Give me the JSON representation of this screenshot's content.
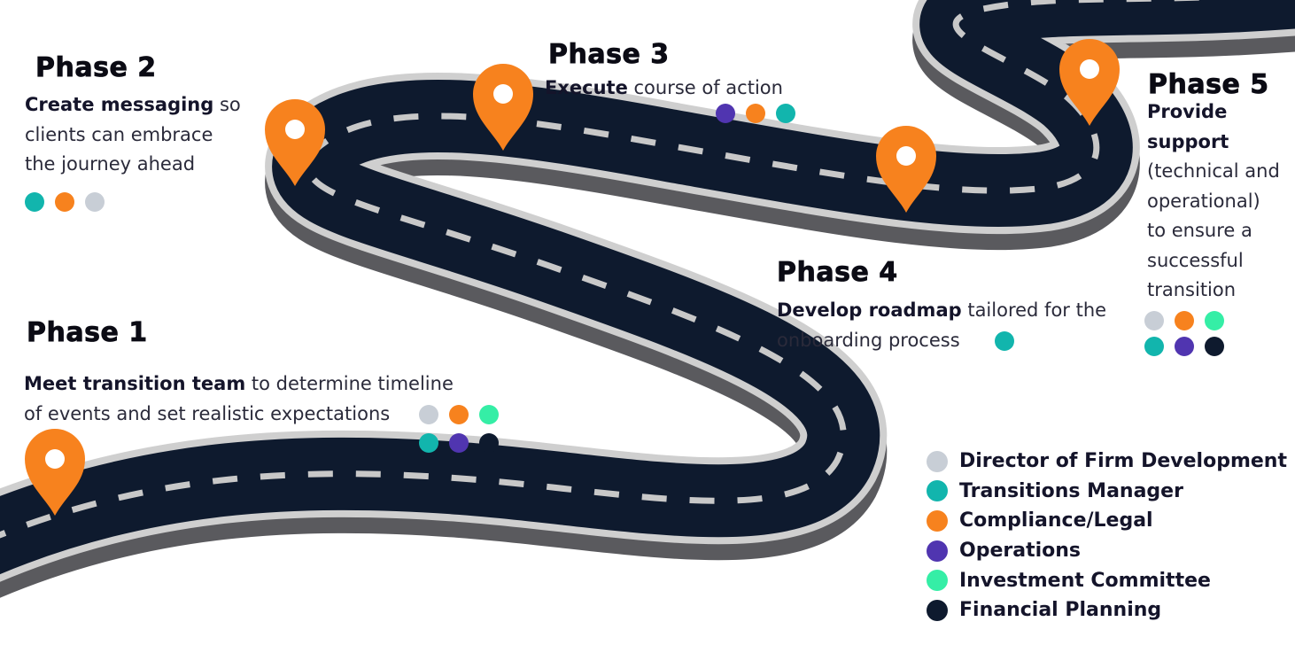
{
  "colors": {
    "director": "#c8ced6",
    "transitions": "#12b5ad",
    "compliance": "#f7821e",
    "operations": "#5035b0",
    "investment": "#35eea6",
    "planning": "#0e1a2e",
    "road": "#0e1a2e",
    "road_edge": "#5a5a5e",
    "pin": "#f7821e"
  },
  "phases": [
    {
      "title": "Phase 1",
      "bold": "Meet transition team",
      "rest_line1": " to determine timeline",
      "line2": "of events and set realistic expectations",
      "roles": [
        "director",
        "compliance",
        "investment",
        "transitions",
        "operations",
        "planning"
      ]
    },
    {
      "title": "Phase 2",
      "bold": "Create messaging",
      "rest_line1": " so",
      "line2": "clients can embrace",
      "line3": "the journey ahead",
      "roles": [
        "transitions",
        "compliance",
        "director"
      ]
    },
    {
      "title": "Phase 3",
      "bold": "Execute",
      "rest_line1": " course of action",
      "roles": [
        "operations",
        "compliance",
        "transitions"
      ]
    },
    {
      "title": "Phase 4",
      "bold": "Develop roadmap",
      "rest_line1": " tailored for the",
      "line2": "onboarding process",
      "roles": [
        "transitions"
      ]
    },
    {
      "title": "Phase 5",
      "bold1": "Provide",
      "bold2": "support",
      "line3": "(technical and",
      "line4": "operational)",
      "line5": "to ensure a",
      "line6": "successful",
      "line7": "transition",
      "roles": [
        "director",
        "compliance",
        "investment",
        "transitions",
        "operations",
        "planning"
      ]
    }
  ],
  "legend": [
    {
      "role": "director",
      "label": "Director of Firm Development"
    },
    {
      "role": "transitions",
      "label": "Transitions Manager"
    },
    {
      "role": "compliance",
      "label": "Compliance/Legal"
    },
    {
      "role": "operations",
      "label": "Operations"
    },
    {
      "role": "investment",
      "label": "Investment Committee"
    },
    {
      "role": "planning",
      "label": "Financial Planning"
    }
  ],
  "pins": [
    "phase-1-pin",
    "phase-2-pin",
    "phase-3-pin",
    "phase-4-pin",
    "phase-5-pin"
  ]
}
